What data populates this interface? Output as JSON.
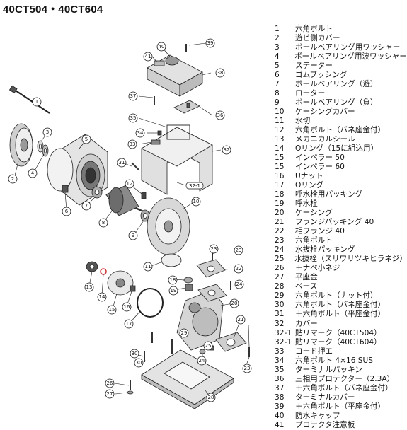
{
  "title": "40CT504・40CT604",
  "parts": [
    {
      "no": "1",
      "name": "六角ボルト"
    },
    {
      "no": "2",
      "name": "遊ビ側カバー"
    },
    {
      "no": "3",
      "name": "ボールベアリング用ワッシャー"
    },
    {
      "no": "4",
      "name": "ボールベアリング用波ワッシャー"
    },
    {
      "no": "5",
      "name": "ステーター"
    },
    {
      "no": "6",
      "name": "ゴムブッシング"
    },
    {
      "no": "7",
      "name": "ボールベアリング（遊）"
    },
    {
      "no": "8",
      "name": "ローター"
    },
    {
      "no": "9",
      "name": "ボールベアリング（負）"
    },
    {
      "no": "10",
      "name": "ケーシングカバー"
    },
    {
      "no": "11",
      "name": "水切"
    },
    {
      "no": "12",
      "name": "六角ボルト（バネ座金付）"
    },
    {
      "no": "13",
      "name": "メカニカルシール"
    },
    {
      "no": "14",
      "name": "Oリング（15に組込用）"
    },
    {
      "no": "15",
      "name": "インペラー 50"
    },
    {
      "no": "15",
      "name": "インペラー 60"
    },
    {
      "no": "16",
      "name": "Uナット"
    },
    {
      "no": "17",
      "name": "Oリング"
    },
    {
      "no": "18",
      "name": "呼水栓用パッキング"
    },
    {
      "no": "19",
      "name": "呼水栓"
    },
    {
      "no": "20",
      "name": "ケーシング"
    },
    {
      "no": "21",
      "name": "フランジパッキング 40"
    },
    {
      "no": "22",
      "name": "相フランジ 40"
    },
    {
      "no": "23",
      "name": "六角ボルト"
    },
    {
      "no": "24",
      "name": "水抜栓パッキング"
    },
    {
      "no": "25",
      "name": "水抜栓（スリワリツキヒラネジ）"
    },
    {
      "no": "26",
      "name": "＋ナベ小ネジ"
    },
    {
      "no": "27",
      "name": "平座金"
    },
    {
      "no": "28",
      "name": "ベース"
    },
    {
      "no": "29",
      "name": "六角ボルト（ナット付）"
    },
    {
      "no": "30",
      "name": "六角ボルト（バネ座金付）"
    },
    {
      "no": "31",
      "name": "＋六角ボルト（平座金付）"
    },
    {
      "no": "32",
      "name": "カバー"
    },
    {
      "no": "32-1",
      "name": "貼リマーク（40CT504）"
    },
    {
      "no": "32-1",
      "name": "貼リマーク（40CT604）"
    },
    {
      "no": "33",
      "name": "コード押エ"
    },
    {
      "no": "34",
      "name": "六角ボルト 4×16 SUS"
    },
    {
      "no": "35",
      "name": "ターミナルパッキン"
    },
    {
      "no": "36",
      "name": "三相用プロテクター（2.3A）"
    },
    {
      "no": "37",
      "name": "＋六角ボルト（バネ座金付）"
    },
    {
      "no": "38",
      "name": "ターミナルカバー"
    },
    {
      "no": "39",
      "name": "＋六角ボルト（平座金付）"
    },
    {
      "no": "40",
      "name": "防水キャップ"
    },
    {
      "no": "41",
      "name": "プロテクタ注意板"
    }
  ],
  "callouts": [
    "1",
    "2",
    "3",
    "4",
    "5",
    "6",
    "7",
    "8",
    "9",
    "10",
    "11",
    "12",
    "13",
    "14",
    "15",
    "16",
    "17",
    "18",
    "19",
    "20",
    "21",
    "22",
    "23",
    "24",
    "25",
    "26",
    "27",
    "28",
    "29",
    "30",
    "31",
    "32",
    "32-1",
    "33",
    "34",
    "35",
    "36",
    "37",
    "38",
    "39",
    "40",
    "41"
  ]
}
